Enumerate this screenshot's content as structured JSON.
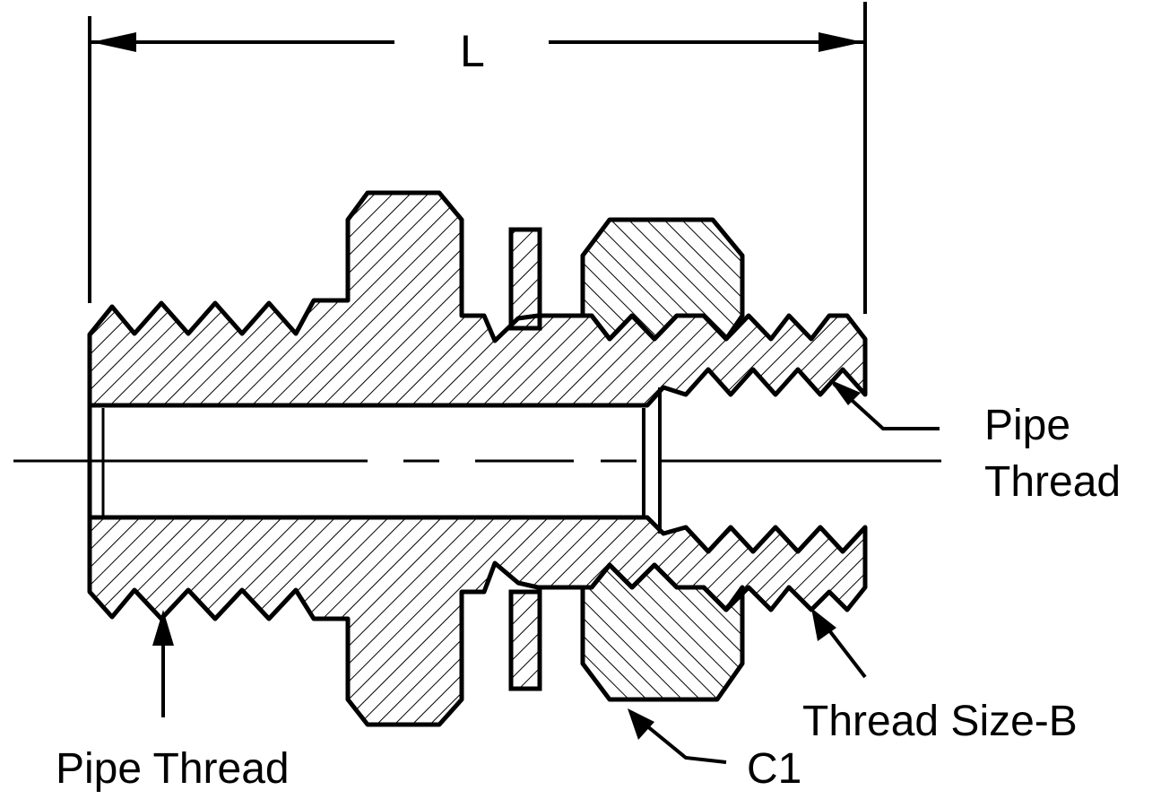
{
  "labels": {
    "length": "L",
    "pipe_thread_right_line1": "Pipe",
    "pipe_thread_right_line2": "Thread",
    "pipe_thread_left": "Pipe Thread",
    "thread_size": "Thread Size-B",
    "c1": "C1"
  },
  "colors": {
    "ink": "#000000",
    "background": "#ffffff"
  }
}
